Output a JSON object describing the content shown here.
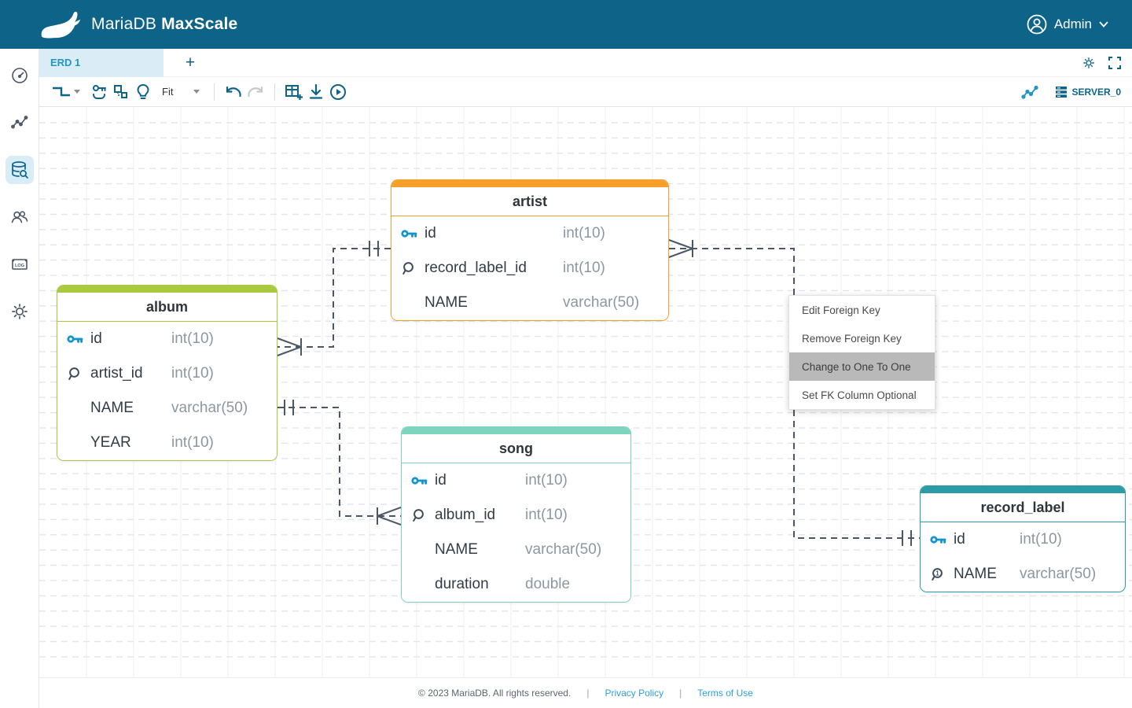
{
  "app": {
    "brand_regular": "MariaDB",
    "brand_bold": "MaxScale",
    "user": "Admin"
  },
  "tabs": {
    "active_label": "ERD 1",
    "add_label": "+"
  },
  "toolbar": {
    "zoom_value": "Fit",
    "server_label": "SERVER_0",
    "icons": [
      "relationship-shape",
      "create-table-key-link",
      "auto-arrange",
      "hint-lightbulb",
      "undo",
      "redo",
      "add-table",
      "export-download",
      "apply-script-play",
      "visualization-graph",
      "server-database"
    ]
  },
  "sidebar": {
    "icons": [
      "dashboard-gauge",
      "visualization-chart",
      "query-editor-database-search",
      "users",
      "logs",
      "settings-gear"
    ],
    "active_index": 2
  },
  "colors": {
    "header_bar": "#0e6488",
    "active_tab_bg": "#daedf6",
    "accent_blue": "#1f95c8",
    "table_artist": "#f5a02b",
    "table_album": "#a9c93e",
    "table_song": "#7ed4bf",
    "table_record_label": "#2d9ba6",
    "relationship_line": "#4a5866",
    "menu_highlight": "#b9b9b9",
    "primary_key_icon": "#1494cc"
  },
  "tables": [
    {
      "name": "artist",
      "columns": [
        {
          "icon": "primary-key",
          "name": "id",
          "type": "int(10)"
        },
        {
          "icon": "foreign-key",
          "name": "record_label_id",
          "type": "int(10)"
        },
        {
          "icon": "",
          "name": "NAME",
          "type": "varchar(50)"
        }
      ]
    },
    {
      "name": "album",
      "columns": [
        {
          "icon": "primary-key",
          "name": "id",
          "type": "int(10)"
        },
        {
          "icon": "foreign-key",
          "name": "artist_id",
          "type": "int(10)"
        },
        {
          "icon": "",
          "name": "NAME",
          "type": "varchar(50)"
        },
        {
          "icon": "",
          "name": "YEAR",
          "type": "int(10)"
        }
      ]
    },
    {
      "name": "song",
      "columns": [
        {
          "icon": "primary-key",
          "name": "id",
          "type": "int(10)"
        },
        {
          "icon": "foreign-key",
          "name": "album_id",
          "type": "int(10)"
        },
        {
          "icon": "",
          "name": "NAME",
          "type": "varchar(50)"
        },
        {
          "icon": "",
          "name": "duration",
          "type": "double"
        }
      ]
    },
    {
      "name": "record_label",
      "columns": [
        {
          "icon": "primary-key",
          "name": "id",
          "type": "int(10)"
        },
        {
          "icon": "unique-index",
          "name": "NAME",
          "type": "varchar(50)"
        }
      ]
    }
  ],
  "relationships": [
    {
      "from": "album.artist_id",
      "to": "artist.id",
      "cardinality": "many-to-one"
    },
    {
      "from": "song.album_id",
      "to": "album.id",
      "cardinality": "many-to-one"
    },
    {
      "from": "artist.record_label_id",
      "to": "record_label.id",
      "cardinality": "many-to-one"
    }
  ],
  "context_menu": {
    "items": [
      "Edit Foreign Key",
      "Remove Foreign Key",
      "Change to One To One",
      "Set FK Column Optional"
    ],
    "highlighted_index": 2
  },
  "footer": {
    "copyright": "© 2023 MariaDB. All rights reserved.",
    "separator": "|",
    "links": [
      "Privacy Policy",
      "Terms of Use"
    ]
  }
}
